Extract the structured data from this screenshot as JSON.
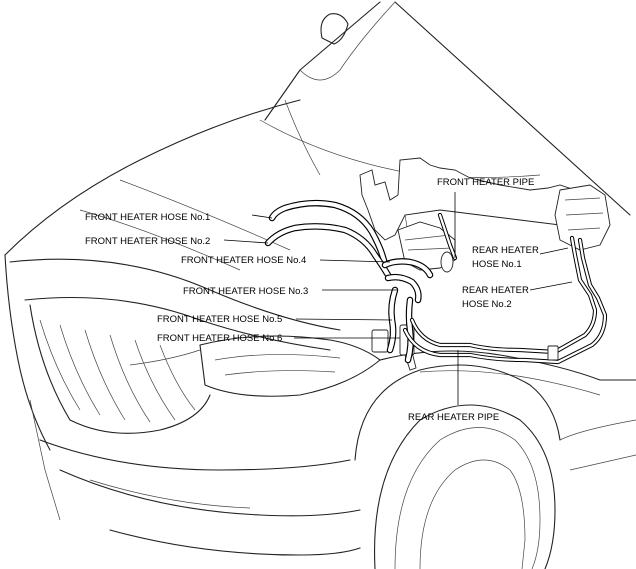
{
  "labels": {
    "front_heater_hose_1": "FRONT HEATER HOSE No.1",
    "front_heater_hose_2": "FRONT HEATER HOSE No.2",
    "front_heater_hose_4": "FRONT HEATER HOSE No.4",
    "front_heater_hose_3": "FRONT HEATER HOSE No.3",
    "front_heater_hose_5": "FRONT HEATER HOSE No.5",
    "front_heater_hose_6": "FRONT HEATER HOSE No.6",
    "front_heater_pipe": "FRONT HEATER PIPE",
    "rear_heater_hose_1_line1": "REAR HEATER",
    "rear_heater_hose_1_line2": "HOSE No.1",
    "rear_heater_hose_2_line1": "REAR HEATER",
    "rear_heater_hose_2_line2": "HOSE No.2",
    "rear_heater_pipe": "REAR HEATER PIPE"
  },
  "colors": {
    "line": "#000000",
    "background": "#ffffff"
  }
}
